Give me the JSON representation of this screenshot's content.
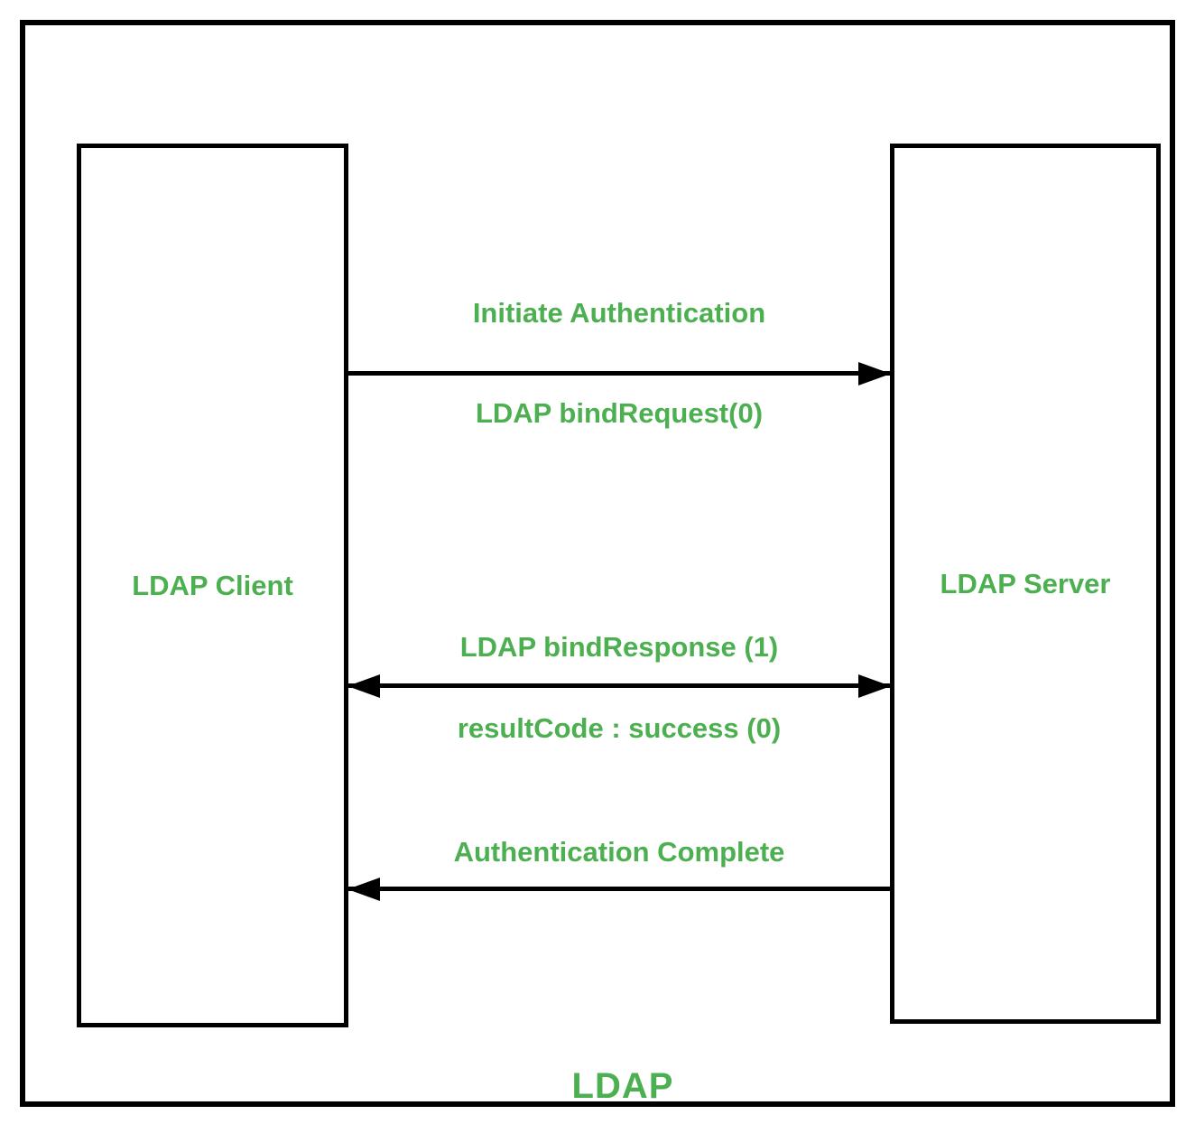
{
  "diagram": {
    "title": "LDAP",
    "actors": {
      "client": {
        "label": "LDAP Client"
      },
      "server": {
        "label": "LDAP Server"
      }
    },
    "messages": [
      {
        "label_above": "Initiate Authentication",
        "label_below": "LDAP bindRequest(0)",
        "direction": "right"
      },
      {
        "label_above": "LDAP bindResponse (1)",
        "label_below": "resultCode : success (0)",
        "direction": "both"
      },
      {
        "label_above": "Authentication Complete",
        "label_below": "",
        "direction": "left"
      }
    ],
    "colors": {
      "text_green": "#4CAF50",
      "line_black": "#000000",
      "background": "#ffffff"
    }
  }
}
